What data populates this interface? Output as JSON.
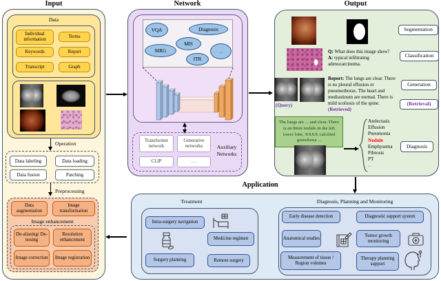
{
  "sections": {
    "input_title": "Input",
    "network_title": "Network",
    "output_title": "Output",
    "application_title": "Application"
  },
  "input": {
    "data_label": "Data",
    "data_items": [
      "Individual information",
      "Terms",
      "Keywords",
      "Report",
      "Transcript",
      "Graph"
    ],
    "modal_images": [
      "chest-xray",
      "ct-scan",
      "endoscopy",
      "histopathology"
    ],
    "operation_label": "Operation",
    "operation_items": [
      "Data labeling",
      "Data loading",
      "Data fusion",
      "Patching"
    ],
    "preprocessing_label": "Preprocessing",
    "preprocessing_items": [
      "Data augmentation",
      "Image transformation"
    ],
    "enhancement_label": "Image enhancement",
    "enhancement_items": [
      "De-aliasing/ De-nosing",
      "Resolution enhancement",
      "Image correction",
      "Image registration"
    ]
  },
  "network": {
    "tasks": [
      "VQA",
      "Diagnosis",
      "MIS",
      "MRG",
      "ITR",
      "..."
    ],
    "auxiliary_label": "Auxiliary Networks",
    "auxiliary_items": [
      "Transformer network",
      "Generative networks",
      "CLIP",
      "......"
    ]
  },
  "output": {
    "labels": [
      "Segmentation",
      "Classification",
      "Generation",
      "(Retrieval)",
      "Diagnosis"
    ],
    "qa": {
      "q_label": "Q:",
      "q_text": "What does this image show?",
      "a_label": "A:",
      "a_text": "typical infiltrating adenocarcinoma."
    },
    "report_label": "Report:",
    "report_text": "The lungs are clear. There is no pleural effusion or pneumothorax. The heart and mediastinum are normal. There is mild scoliosis of the spine.",
    "retrieved_tag": "(Retrieved)",
    "query_tag": "(Query)",
    "generated_report": "The lungs are ... and clear. There is an 8mm nodule in the left lower lobe, XXXX calcified granuloma ...",
    "diagnosis_list": [
      "Atelectasis",
      "Effusion",
      "Pneumonia",
      "Nodule",
      "Emphysema",
      "Fibrosis",
      "PT",
      "..."
    ]
  },
  "application": {
    "treatment_label": "Treatment",
    "treatment_items": [
      "Intra-surgery navigation",
      "Medicine regimen",
      "Surgery planning",
      "Remote surgery"
    ],
    "diagnosis_label": "Diagnosis, Planning and Monitoring",
    "diagnosis_items": [
      "Early disease detection",
      "Diagnostic support system",
      "Anatomical studies",
      "Tumor growth monitoring",
      "Measurement of tissue / Region volumes",
      "Therapy planning support"
    ]
  },
  "colors": {
    "input_fill": "#FDF5DC",
    "data_fill": "#FFE699",
    "data_button": "#FFD34D",
    "preprocess_fill": "#F8CBAD",
    "preprocess_button": "#F4B183",
    "network_fill": "#E9D9F6",
    "network_inner": "#F1DFF8",
    "task_ellipse": "#9DC3E6",
    "output_fill": "#E3EFDB",
    "report_box": "#A9D18E",
    "app_fill": "#DEEBF7",
    "app_panel": "#D9E2F3",
    "app_button": "#B4C7E7",
    "highlight_red": "#FF0000",
    "annotation_purple": "#7030A0"
  },
  "icons": [
    "hospital-bed-icon",
    "medicine-bottle-icon",
    "blueprint-icon",
    "first-aid-kit-icon",
    "head-thermometer-icon"
  ]
}
